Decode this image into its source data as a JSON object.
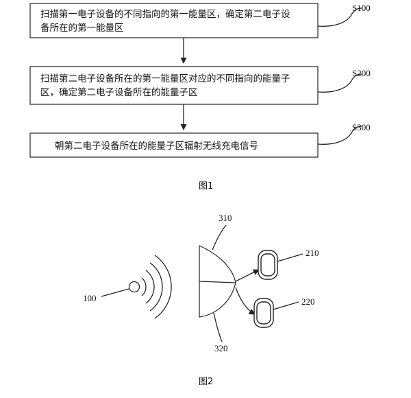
{
  "figure1": {
    "steps": [
      {
        "label": "S100",
        "lines": [
          "扫描第一电子设备的不同指向的第一能量区，确定第二电子设",
          "备所在的第一能量区"
        ]
      },
      {
        "label": "S200",
        "lines": [
          "扫描第二电子设备所在的第一能量区对应的不同指向的能量子",
          "区，确定第二电子设备所在的能量子区"
        ]
      },
      {
        "label": "S300",
        "lines": [
          "朝第二电子设备所在的能量子区辐射无线充电信号"
        ]
      }
    ],
    "caption": "图1"
  },
  "figure2": {
    "labels": {
      "source": "100",
      "upper_sector": "310",
      "lower_sector": "320",
      "device_upper": "210",
      "device_lower": "220"
    },
    "caption": "图2"
  }
}
